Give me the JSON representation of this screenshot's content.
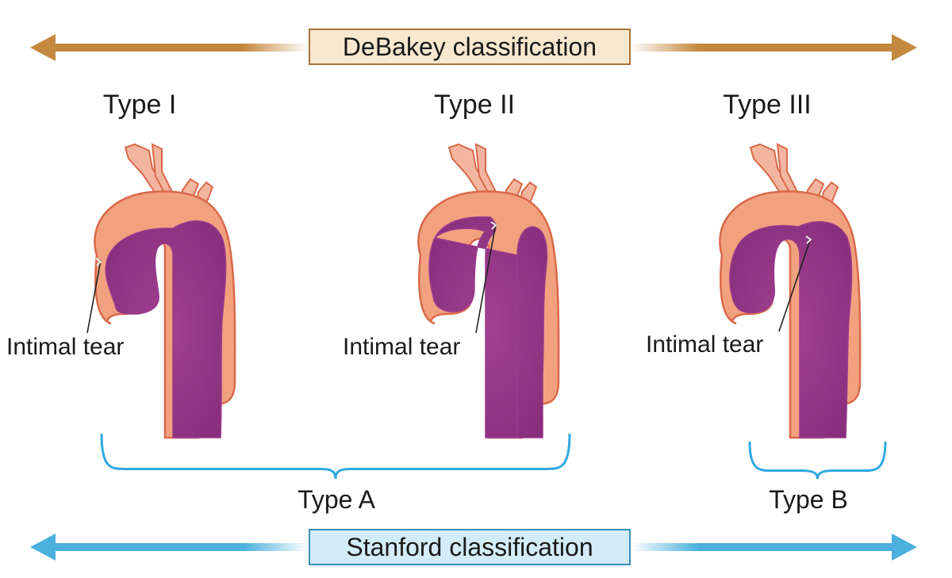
{
  "debakey": {
    "label": "DeBakey classification",
    "arrow_color": "#c4893e"
  },
  "stanford": {
    "label": "Stanford classification",
    "arrow_color": "#4bb0dd"
  },
  "types": [
    {
      "label": "Type I"
    },
    {
      "label": "Type II"
    },
    {
      "label": "Type III"
    }
  ],
  "tear_label": "Intimal tear",
  "stanford_types": {
    "a": "Type A",
    "b": "Type B"
  },
  "colors": {
    "aorta_wall": "#f2a17f",
    "aorta_wall_edge": "#d9694a",
    "lumen": "#9b3a8c",
    "branch": "#f4b5a0",
    "brace": "#2fa8df"
  }
}
